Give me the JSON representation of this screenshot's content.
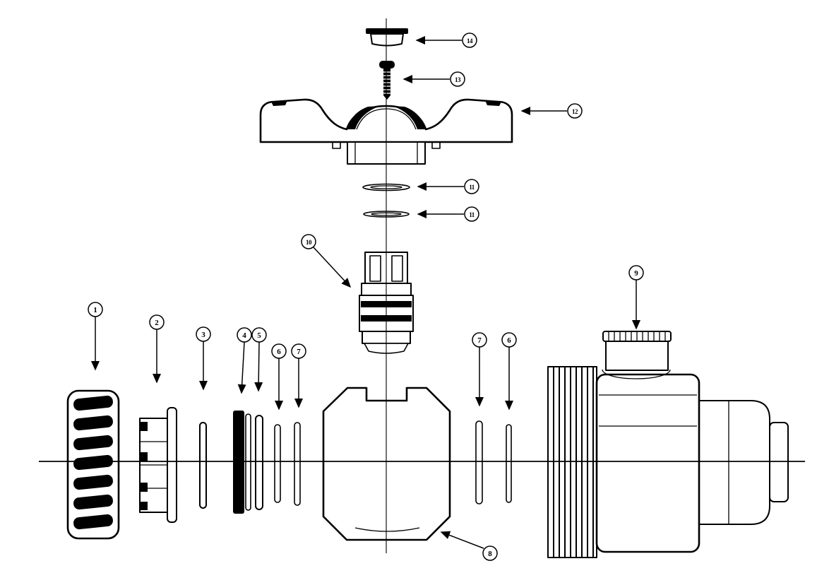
{
  "diagram": {
    "type": "exploded-parts-assembly-drawing",
    "background_color": "#ffffff",
    "line_color": "#000000"
  },
  "callouts": [
    {
      "number": "1"
    },
    {
      "number": "2"
    },
    {
      "number": "3"
    },
    {
      "number": "4"
    },
    {
      "number": "5"
    },
    {
      "number": "6"
    },
    {
      "number": "7"
    },
    {
      "number": "7"
    },
    {
      "number": "6"
    },
    {
      "number": "8"
    },
    {
      "number": "9"
    },
    {
      "number": "10"
    },
    {
      "number": "11"
    },
    {
      "number": "11"
    },
    {
      "number": "12"
    },
    {
      "number": "13"
    },
    {
      "number": "14"
    }
  ]
}
